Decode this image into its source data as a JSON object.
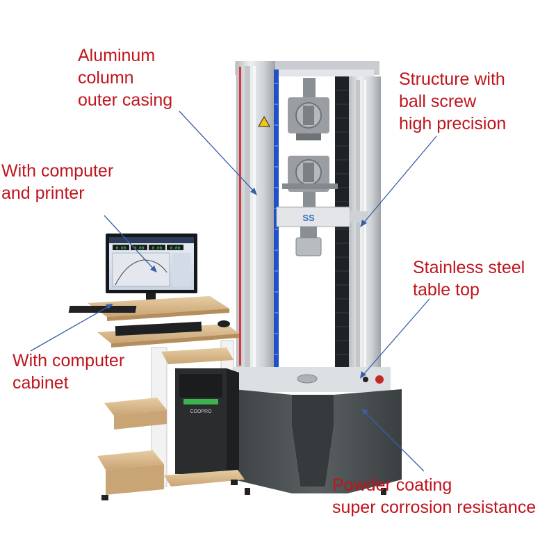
{
  "annotations": {
    "aluminum_casing": [
      "Aluminum",
      "column",
      "outer casing"
    ],
    "ball_screw": [
      "Structure with",
      "ball screw",
      "high precision"
    ],
    "computer_printer": [
      "With computer",
      "and printer"
    ],
    "table_top": [
      "Stainless steel",
      "table top"
    ],
    "cabinet": [
      "With computer",
      "cabinet"
    ],
    "powder_coating": [
      "Powder coating",
      "super corrosion resistance"
    ]
  },
  "colors": {
    "label_text": "#c0141d",
    "arrow": "#3a5fa8",
    "frame_silver": "#d6d9dc",
    "base_gray": "#4b5153",
    "scale_blue": "#2050c8",
    "wood": "#d8b98a"
  },
  "monitor": {
    "readouts": [
      "0.00",
      "0.00",
      "0.00",
      "0.00"
    ]
  },
  "pc_case": {
    "brand": "COOPRO"
  },
  "crosshead_logo": "SS"
}
